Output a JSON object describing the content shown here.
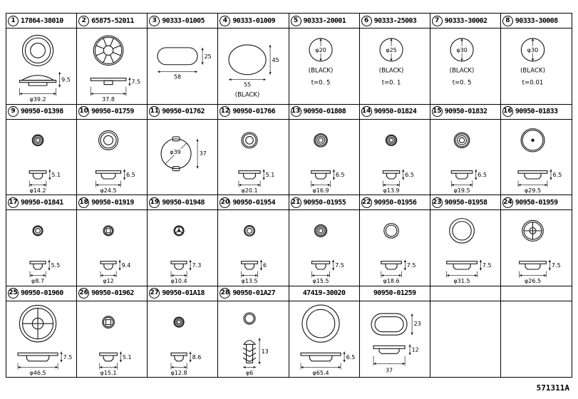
{
  "footer": {
    "code": "571311A"
  },
  "cells": [
    {
      "num": "1",
      "part": "17864-38010",
      "top": "rings3",
      "side": "dome",
      "side_dim": "9.5",
      "bottom_dim": "φ39.2"
    },
    {
      "num": "2",
      "part": "65875-52011",
      "top": "fan",
      "side": "cap",
      "side_dim": "7.5",
      "bottom_dim": "37.8"
    },
    {
      "num": "3",
      "part": "90333-01005",
      "top": "oval-flat",
      "w": "58",
      "h": "25"
    },
    {
      "num": "4",
      "part": "90333-01009",
      "top": "oval-tall",
      "w": "55",
      "h": "45",
      "notes": [
        "(BLACK)"
      ]
    },
    {
      "num": "5",
      "part": "90333-20001",
      "top": "disc",
      "inner": "φ20",
      "notes": [
        "(BLACK)",
        "t=0. 5"
      ]
    },
    {
      "num": "6",
      "part": "90333-25003",
      "top": "disc",
      "inner": "φ25",
      "notes": [
        "(BLACK)",
        "t=0. 1"
      ]
    },
    {
      "num": "7",
      "part": "90333-30002",
      "top": "disc",
      "inner": "φ30",
      "notes": [
        "(BLACK)",
        "t=0. 5"
      ]
    },
    {
      "num": "8",
      "part": "90333-30008",
      "top": "disc",
      "inner": "φ30",
      "notes": [
        "(BLACK)",
        "t=0.01"
      ]
    },
    {
      "num": "9",
      "part": "90950-01398",
      "top": "rings4",
      "side": "plug",
      "side_dim": "5.1",
      "bottom_dim": "φ14.2"
    },
    {
      "num": "10",
      "part": "90950-01759",
      "top": "rings3",
      "side": "plug",
      "side_dim": "6.5",
      "bottom_dim": "φ24.5"
    },
    {
      "num": "11",
      "part": "90950-01762",
      "top": "clip",
      "inner": "φ39",
      "side_dim": "37"
    },
    {
      "num": "12",
      "part": "90950-01766",
      "top": "rings3",
      "side": "plug",
      "side_dim": "5.1",
      "bottom_dim": "φ20.1"
    },
    {
      "num": "13",
      "part": "90950-01808",
      "top": "rings4",
      "side": "plug",
      "side_dim": "6.5",
      "bottom_dim": "φ16.9"
    },
    {
      "num": "14",
      "part": "90950-01824",
      "top": "rings4",
      "side": "plug",
      "side_dim": "6.5",
      "bottom_dim": "φ13.9"
    },
    {
      "num": "15",
      "part": "90950-01832",
      "top": "rings4",
      "side": "plug",
      "side_dim": "6.5",
      "bottom_dim": "φ19.5"
    },
    {
      "num": "16",
      "part": "90950-01833",
      "top": "rings-dot",
      "side": "plug",
      "side_dim": "6.5",
      "bottom_dim": "φ29.5"
    },
    {
      "num": "17",
      "part": "90950-01841",
      "top": "rings3",
      "side": "plug",
      "side_dim": "5.5",
      "bottom_dim": "φ8.7"
    },
    {
      "num": "18",
      "part": "90950-01919",
      "top": "rings-square",
      "side": "plug",
      "side_dim": "9.4",
      "bottom_dim": "φ12"
    },
    {
      "num": "19",
      "part": "90950-01948",
      "top": "spokes",
      "side": "plug",
      "side_dim": "7.3",
      "bottom_dim": "φ10.4"
    },
    {
      "num": "20",
      "part": "90950-01954",
      "top": "rings3",
      "side": "plug",
      "side_dim": "6",
      "bottom_dim": "φ13.5"
    },
    {
      "num": "21",
      "part": "90950-01955",
      "top": "rings4",
      "side": "plug",
      "side_dim": "7.5",
      "bottom_dim": "φ15.5"
    },
    {
      "num": "22",
      "part": "90950-01956",
      "top": "rings2",
      "side": "plug",
      "side_dim": "7.5",
      "bottom_dim": "φ18.6"
    },
    {
      "num": "23",
      "part": "90950-01958",
      "top": "rings2",
      "side": "plug",
      "side_dim": "7.5",
      "bottom_dim": "φ31.5"
    },
    {
      "num": "24",
      "part": "90950-01959",
      "top": "cross",
      "side": "plug",
      "side_dim": "7.5",
      "bottom_dim": "φ26.5"
    },
    {
      "num": "25",
      "part": "90950-01960",
      "top": "cross",
      "side": "plug",
      "side_dim": "7.5",
      "bottom_dim": "φ46.5"
    },
    {
      "num": "26",
      "part": "90950-01962",
      "top": "rings-square",
      "side": "plug",
      "side_dim": "5.1",
      "bottom_dim": "φ15.1"
    },
    {
      "num": "27",
      "part": "90950-01A18",
      "top": "rings4",
      "side": "plug",
      "side_dim": "8.6",
      "bottom_dim": "φ12.8"
    },
    {
      "num": "28",
      "part": "90950-01A27",
      "top": "rings2",
      "side": "tree",
      "side_dim": "13",
      "bottom_dim": "φ6"
    },
    {
      "num": null,
      "part": "47419-30020",
      "top": "rings2",
      "side": "plug",
      "side_dim": "6.5",
      "bottom_dim": "φ65.4"
    },
    {
      "num": null,
      "part": "90950-01259",
      "top": "oval-grommet",
      "h": "23",
      "side_dim": "12",
      "bottom_dim": "37"
    },
    {
      "num": null,
      "part": null,
      "empty": true
    },
    {
      "num": null,
      "part": null,
      "empty": true
    }
  ]
}
